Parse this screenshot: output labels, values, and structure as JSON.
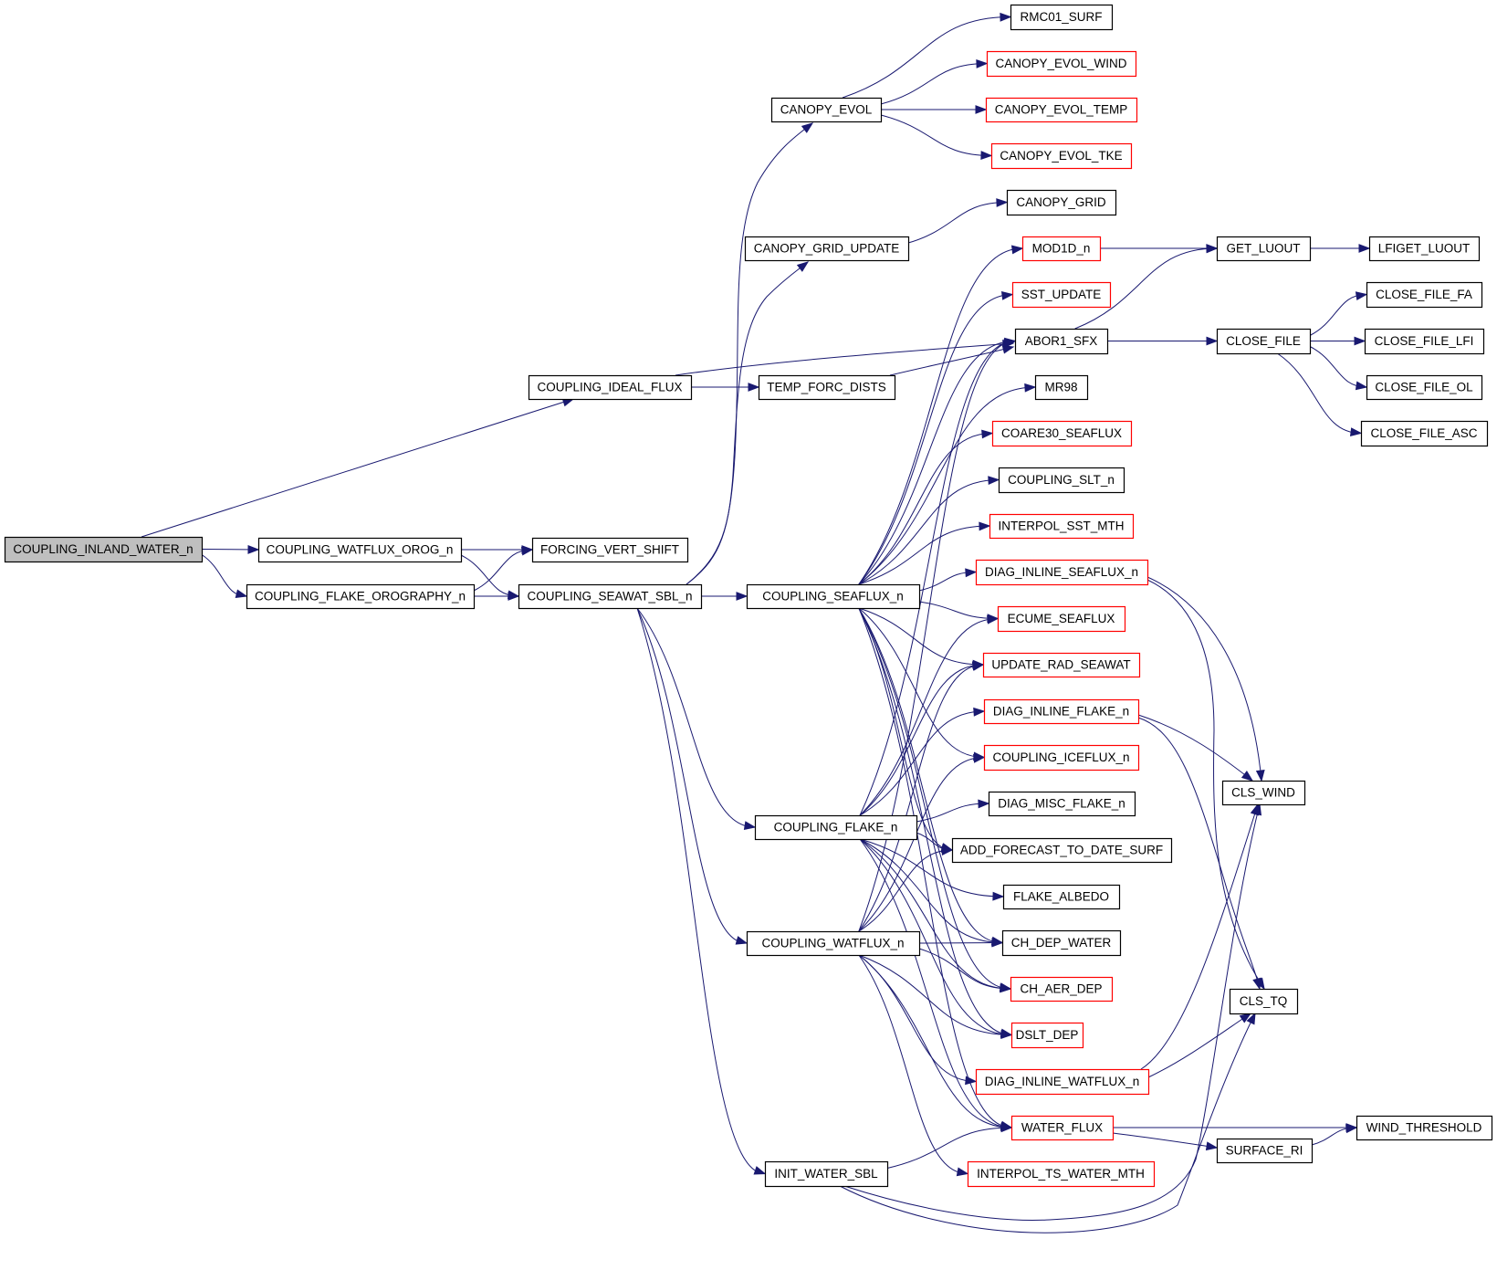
{
  "graph": {
    "type": "call-graph",
    "root": "COUPLING_INLAND_WATER_n",
    "colors": {
      "edge": "#191970",
      "root_fill": "#bfbfbf",
      "node_fill": "#ffffff",
      "documented_border": "#000000",
      "undocumented_border": "#ff0000"
    },
    "nodes": [
      {
        "id": "COUPLING_INLAND_WATER_n",
        "label": "COUPLING_INLAND_WATER_n",
        "style": "root"
      },
      {
        "id": "COUPLING_WATFLUX_OROG_n",
        "label": "COUPLING_WATFLUX_OROG_n",
        "style": "normal"
      },
      {
        "id": "COUPLING_FLAKE_OROGRAPHY_n",
        "label": "COUPLING_FLAKE_OROGRAPHY_n",
        "style": "normal"
      },
      {
        "id": "FORCING_VERT_SHIFT",
        "label": "FORCING_VERT_SHIFT",
        "style": "normal"
      },
      {
        "id": "COUPLING_SEAWAT_SBL_n",
        "label": "COUPLING_SEAWAT_SBL_n",
        "style": "normal"
      },
      {
        "id": "COUPLING_IDEAL_FLUX",
        "label": "COUPLING_IDEAL_FLUX",
        "style": "normal"
      },
      {
        "id": "TEMP_FORC_DISTS",
        "label": "TEMP_FORC_DISTS",
        "style": "normal"
      },
      {
        "id": "CANOPY_EVOL",
        "label": "CANOPY_EVOL",
        "style": "normal"
      },
      {
        "id": "CANOPY_GRID_UPDATE",
        "label": "CANOPY_GRID_UPDATE",
        "style": "normal"
      },
      {
        "id": "COUPLING_SEAFLUX_n",
        "label": "COUPLING_SEAFLUX_n",
        "style": "normal"
      },
      {
        "id": "COUPLING_FLAKE_n",
        "label": "COUPLING_FLAKE_n",
        "style": "normal"
      },
      {
        "id": "COUPLING_WATFLUX_n",
        "label": "COUPLING_WATFLUX_n",
        "style": "normal"
      },
      {
        "id": "INIT_WATER_SBL",
        "label": "INIT_WATER_SBL",
        "style": "normal"
      },
      {
        "id": "RMC01_SURF",
        "label": "RMC01_SURF",
        "style": "normal"
      },
      {
        "id": "CANOPY_EVOL_WIND",
        "label": "CANOPY_EVOL_WIND",
        "style": "red"
      },
      {
        "id": "CANOPY_EVOL_TEMP",
        "label": "CANOPY_EVOL_TEMP",
        "style": "red"
      },
      {
        "id": "CANOPY_EVOL_TKE",
        "label": "CANOPY_EVOL_TKE",
        "style": "red"
      },
      {
        "id": "CANOPY_GRID",
        "label": "CANOPY_GRID",
        "style": "normal"
      },
      {
        "id": "MOD1D_n",
        "label": "MOD1D_n",
        "style": "red"
      },
      {
        "id": "SST_UPDATE",
        "label": "SST_UPDATE",
        "style": "red"
      },
      {
        "id": "ABOR1_SFX",
        "label": "ABOR1_SFX",
        "style": "normal"
      },
      {
        "id": "MR98",
        "label": "MR98",
        "style": "normal"
      },
      {
        "id": "COARE30_SEAFLUX",
        "label": "COARE30_SEAFLUX",
        "style": "red"
      },
      {
        "id": "COUPLING_SLT_n",
        "label": "COUPLING_SLT_n",
        "style": "normal"
      },
      {
        "id": "INTERPOL_SST_MTH",
        "label": "INTERPOL_SST_MTH",
        "style": "red"
      },
      {
        "id": "DIAG_INLINE_SEAFLUX_n",
        "label": "DIAG_INLINE_SEAFLUX_n",
        "style": "red"
      },
      {
        "id": "ECUME_SEAFLUX",
        "label": "ECUME_SEAFLUX",
        "style": "red"
      },
      {
        "id": "UPDATE_RAD_SEAWAT",
        "label": "UPDATE_RAD_SEAWAT",
        "style": "red"
      },
      {
        "id": "DIAG_INLINE_FLAKE_n",
        "label": "DIAG_INLINE_FLAKE_n",
        "style": "red"
      },
      {
        "id": "COUPLING_ICEFLUX_n",
        "label": "COUPLING_ICEFLUX_n",
        "style": "red"
      },
      {
        "id": "DIAG_MISC_FLAKE_n",
        "label": "DIAG_MISC_FLAKE_n",
        "style": "normal"
      },
      {
        "id": "ADD_FORECAST_TO_DATE_SURF",
        "label": "ADD_FORECAST_TO_DATE_SURF",
        "style": "normal"
      },
      {
        "id": "FLAKE_ALBEDO",
        "label": "FLAKE_ALBEDO",
        "style": "normal"
      },
      {
        "id": "CH_DEP_WATER",
        "label": "CH_DEP_WATER",
        "style": "normal"
      },
      {
        "id": "CH_AER_DEP",
        "label": "CH_AER_DEP",
        "style": "red"
      },
      {
        "id": "DSLT_DEP",
        "label": "DSLT_DEP",
        "style": "red"
      },
      {
        "id": "DIAG_INLINE_WATFLUX_n",
        "label": "DIAG_INLINE_WATFLUX_n",
        "style": "red"
      },
      {
        "id": "WATER_FLUX",
        "label": "WATER_FLUX",
        "style": "red"
      },
      {
        "id": "INTERPOL_TS_WATER_MTH",
        "label": "INTERPOL_TS_WATER_MTH",
        "style": "red"
      },
      {
        "id": "GET_LUOUT",
        "label": "GET_LUOUT",
        "style": "normal"
      },
      {
        "id": "LFIGET_LUOUT",
        "label": "LFIGET_LUOUT",
        "style": "normal"
      },
      {
        "id": "CLOSE_FILE",
        "label": "CLOSE_FILE",
        "style": "normal"
      },
      {
        "id": "CLOSE_FILE_FA",
        "label": "CLOSE_FILE_FA",
        "style": "normal"
      },
      {
        "id": "CLOSE_FILE_LFI",
        "label": "CLOSE_FILE_LFI",
        "style": "normal"
      },
      {
        "id": "CLOSE_FILE_OL",
        "label": "CLOSE_FILE_OL",
        "style": "normal"
      },
      {
        "id": "CLOSE_FILE_ASC",
        "label": "CLOSE_FILE_ASC",
        "style": "normal"
      },
      {
        "id": "CLS_WIND",
        "label": "CLS_WIND",
        "style": "normal"
      },
      {
        "id": "CLS_TQ",
        "label": "CLS_TQ",
        "style": "normal"
      },
      {
        "id": "SURFACE_RI",
        "label": "SURFACE_RI",
        "style": "normal"
      },
      {
        "id": "WIND_THRESHOLD",
        "label": "WIND_THRESHOLD",
        "style": "normal"
      }
    ],
    "edges": [
      [
        "COUPLING_INLAND_WATER_n",
        "COUPLING_IDEAL_FLUX"
      ],
      [
        "COUPLING_INLAND_WATER_n",
        "COUPLING_WATFLUX_OROG_n"
      ],
      [
        "COUPLING_INLAND_WATER_n",
        "COUPLING_FLAKE_OROGRAPHY_n"
      ],
      [
        "COUPLING_WATFLUX_OROG_n",
        "FORCING_VERT_SHIFT"
      ],
      [
        "COUPLING_WATFLUX_OROG_n",
        "COUPLING_SEAWAT_SBL_n"
      ],
      [
        "COUPLING_FLAKE_OROGRAPHY_n",
        "FORCING_VERT_SHIFT"
      ],
      [
        "COUPLING_FLAKE_OROGRAPHY_n",
        "COUPLING_SEAWAT_SBL_n"
      ],
      [
        "COUPLING_IDEAL_FLUX",
        "TEMP_FORC_DISTS"
      ],
      [
        "COUPLING_IDEAL_FLUX",
        "ABOR1_SFX"
      ],
      [
        "TEMP_FORC_DISTS",
        "ABOR1_SFX"
      ],
      [
        "COUPLING_SEAWAT_SBL_n",
        "CANOPY_EVOL"
      ],
      [
        "COUPLING_SEAWAT_SBL_n",
        "CANOPY_GRID_UPDATE"
      ],
      [
        "COUPLING_SEAWAT_SBL_n",
        "COUPLING_SEAFLUX_n"
      ],
      [
        "COUPLING_SEAWAT_SBL_n",
        "COUPLING_FLAKE_n"
      ],
      [
        "COUPLING_SEAWAT_SBL_n",
        "COUPLING_WATFLUX_n"
      ],
      [
        "COUPLING_SEAWAT_SBL_n",
        "INIT_WATER_SBL"
      ],
      [
        "CANOPY_EVOL",
        "RMC01_SURF"
      ],
      [
        "CANOPY_EVOL",
        "CANOPY_EVOL_WIND"
      ],
      [
        "CANOPY_EVOL",
        "CANOPY_EVOL_TEMP"
      ],
      [
        "CANOPY_EVOL",
        "CANOPY_EVOL_TKE"
      ],
      [
        "CANOPY_GRID_UPDATE",
        "CANOPY_GRID"
      ],
      [
        "COUPLING_SEAFLUX_n",
        "MOD1D_n"
      ],
      [
        "COUPLING_SEAFLUX_n",
        "SST_UPDATE"
      ],
      [
        "COUPLING_SEAFLUX_n",
        "ABOR1_SFX"
      ],
      [
        "COUPLING_SEAFLUX_n",
        "MR98"
      ],
      [
        "COUPLING_SEAFLUX_n",
        "COARE30_SEAFLUX"
      ],
      [
        "COUPLING_SEAFLUX_n",
        "COUPLING_SLT_n"
      ],
      [
        "COUPLING_SEAFLUX_n",
        "INTERPOL_SST_MTH"
      ],
      [
        "COUPLING_SEAFLUX_n",
        "DIAG_INLINE_SEAFLUX_n"
      ],
      [
        "COUPLING_SEAFLUX_n",
        "ECUME_SEAFLUX"
      ],
      [
        "COUPLING_SEAFLUX_n",
        "UPDATE_RAD_SEAWAT"
      ],
      [
        "COUPLING_SEAFLUX_n",
        "COUPLING_ICEFLUX_n"
      ],
      [
        "COUPLING_SEAFLUX_n",
        "ADD_FORECAST_TO_DATE_SURF"
      ],
      [
        "COUPLING_SEAFLUX_n",
        "CH_DEP_WATER"
      ],
      [
        "COUPLING_SEAFLUX_n",
        "CH_AER_DEP"
      ],
      [
        "COUPLING_SEAFLUX_n",
        "DSLT_DEP"
      ],
      [
        "COUPLING_SEAFLUX_n",
        "WATER_FLUX"
      ],
      [
        "COUPLING_FLAKE_n",
        "ABOR1_SFX"
      ],
      [
        "COUPLING_FLAKE_n",
        "ECUME_SEAFLUX"
      ],
      [
        "COUPLING_FLAKE_n",
        "UPDATE_RAD_SEAWAT"
      ],
      [
        "COUPLING_FLAKE_n",
        "DIAG_INLINE_FLAKE_n"
      ],
      [
        "COUPLING_FLAKE_n",
        "DIAG_MISC_FLAKE_n"
      ],
      [
        "COUPLING_FLAKE_n",
        "ADD_FORECAST_TO_DATE_SURF"
      ],
      [
        "COUPLING_FLAKE_n",
        "FLAKE_ALBEDO"
      ],
      [
        "COUPLING_FLAKE_n",
        "CH_DEP_WATER"
      ],
      [
        "COUPLING_FLAKE_n",
        "CH_AER_DEP"
      ],
      [
        "COUPLING_FLAKE_n",
        "DSLT_DEP"
      ],
      [
        "COUPLING_FLAKE_n",
        "WATER_FLUX"
      ],
      [
        "COUPLING_WATFLUX_n",
        "ABOR1_SFX"
      ],
      [
        "COUPLING_WATFLUX_n",
        "UPDATE_RAD_SEAWAT"
      ],
      [
        "COUPLING_WATFLUX_n",
        "COUPLING_ICEFLUX_n"
      ],
      [
        "COUPLING_WATFLUX_n",
        "ADD_FORECAST_TO_DATE_SURF"
      ],
      [
        "COUPLING_WATFLUX_n",
        "CH_DEP_WATER"
      ],
      [
        "COUPLING_WATFLUX_n",
        "CH_AER_DEP"
      ],
      [
        "COUPLING_WATFLUX_n",
        "DSLT_DEP"
      ],
      [
        "COUPLING_WATFLUX_n",
        "DIAG_INLINE_WATFLUX_n"
      ],
      [
        "COUPLING_WATFLUX_n",
        "WATER_FLUX"
      ],
      [
        "COUPLING_WATFLUX_n",
        "INTERPOL_TS_WATER_MTH"
      ],
      [
        "INIT_WATER_SBL",
        "WATER_FLUX"
      ],
      [
        "INIT_WATER_SBL",
        "CLS_TQ"
      ],
      [
        "INIT_WATER_SBL",
        "CLS_WIND"
      ],
      [
        "MOD1D_n",
        "GET_LUOUT"
      ],
      [
        "ABOR1_SFX",
        "GET_LUOUT"
      ],
      [
        "ABOR1_SFX",
        "CLOSE_FILE"
      ],
      [
        "GET_LUOUT",
        "LFIGET_LUOUT"
      ],
      [
        "CLOSE_FILE",
        "CLOSE_FILE_FA"
      ],
      [
        "CLOSE_FILE",
        "CLOSE_FILE_LFI"
      ],
      [
        "CLOSE_FILE",
        "CLOSE_FILE_OL"
      ],
      [
        "CLOSE_FILE",
        "CLOSE_FILE_ASC"
      ],
      [
        "DIAG_INLINE_SEAFLUX_n",
        "CLS_WIND"
      ],
      [
        "DIAG_INLINE_SEAFLUX_n",
        "CLS_TQ"
      ],
      [
        "DIAG_INLINE_FLAKE_n",
        "CLS_WIND"
      ],
      [
        "DIAG_INLINE_FLAKE_n",
        "CLS_TQ"
      ],
      [
        "DIAG_INLINE_WATFLUX_n",
        "CLS_WIND"
      ],
      [
        "DIAG_INLINE_WATFLUX_n",
        "CLS_TQ"
      ],
      [
        "WATER_FLUX",
        "WIND_THRESHOLD"
      ],
      [
        "WATER_FLUX",
        "SURFACE_RI"
      ],
      [
        "SURFACE_RI",
        "WIND_THRESHOLD"
      ]
    ]
  }
}
